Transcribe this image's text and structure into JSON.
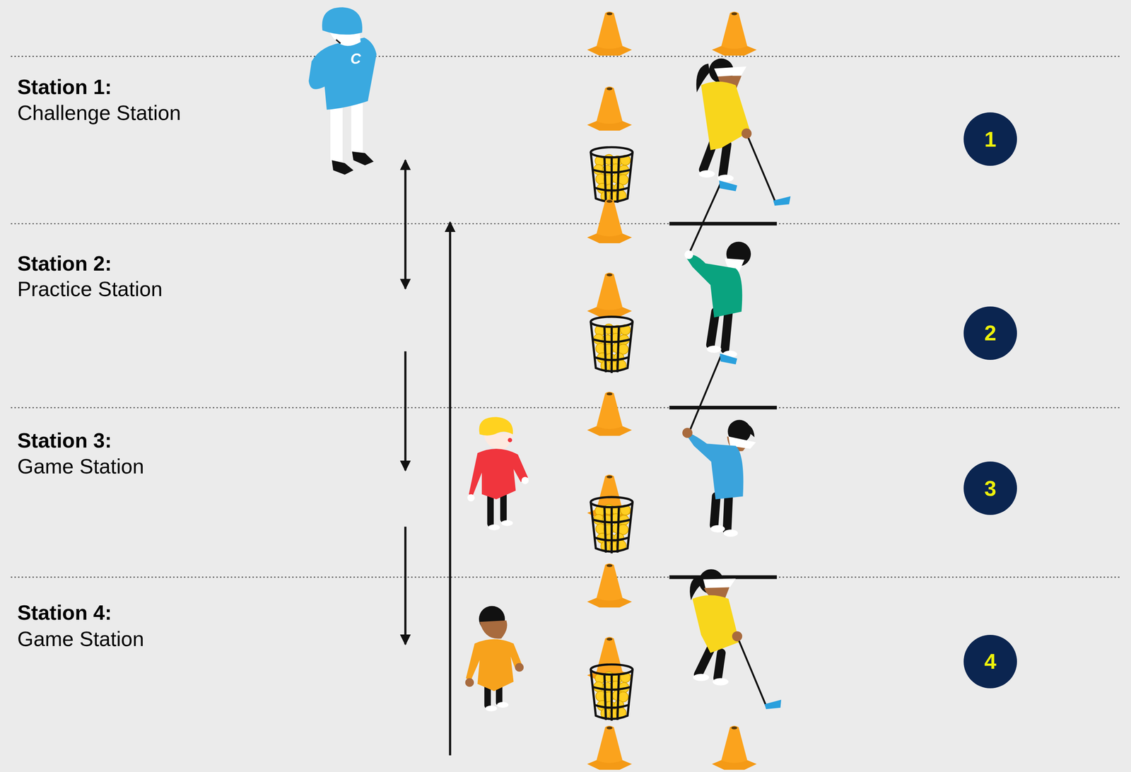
{
  "diagram": {
    "nodes": [
      {
        "text": [
          "1"
        ]
      },
      {
        "text": [
          "2"
        ]
      },
      {
        "text": [
          "3"
        ]
      },
      {
        "text": [
          "4"
        ]
      }
    ],
    "labels": [
      "Station 1:",
      "Challenge Station",
      "Station 2:",
      "Practice Station",
      "Station 3:",
      "Game Station",
      "Station 4:",
      "Game Station",
      "C"
    ]
  }
}
